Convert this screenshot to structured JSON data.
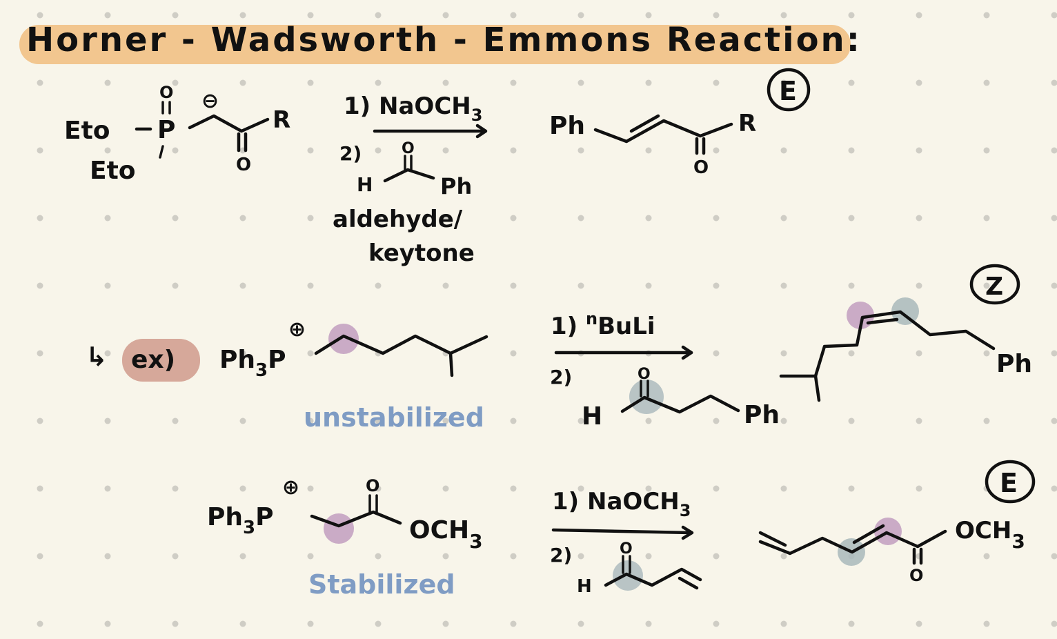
{
  "title": "Horner - Wadsworth - Emmons Reaction:",
  "colors": {
    "background": "#f8f5ea",
    "title_highlight": "#f2c68f",
    "ex_highlight": "#d6a89a",
    "purple_marker": "#c4a3c2",
    "gray_marker": "#a9b8bb",
    "label_blue": "#7f9cc4"
  },
  "row1": {
    "reagent_top_O": "O",
    "charge": "⊖",
    "p": "P",
    "eto_1": "Eto",
    "eto_2": "Eto",
    "carbonyl_O": "O",
    "r_group": "R",
    "step1": "1) NaOCH",
    "step1_sub": "3",
    "step2": "2)",
    "ald_O": "O",
    "ald_H": "H",
    "ald_Ph": "Ph",
    "note_line1": "aldehyde/",
    "note_line2": "keytone",
    "product_Ph": "Ph",
    "product_R": "R",
    "product_O": "O",
    "geometry": "E"
  },
  "row2": {
    "arrow_label": "↳",
    "ex_label": "ex)",
    "ph3p": "Ph",
    "ph3p_sub": "3",
    "ph3p_p": "P",
    "charge": "⊕",
    "stabilization": "unstabilized",
    "step1": "1) ",
    "step1_sup": "n",
    "step1_rest": "BuLi",
    "step2": "2)",
    "ald_O": "O",
    "ald_H": "H",
    "ald_Ph": "Ph",
    "product_Ph": "Ph",
    "geometry": "Z"
  },
  "row3": {
    "ph3p": "Ph",
    "ph3p_sub": "3",
    "ph3p_p": "P",
    "charge": "⊕",
    "ester_O": "O",
    "ester_OCH": "OCH",
    "ester_sub": "3",
    "stabilization": "Stabilized",
    "step1": "1) NaOCH",
    "step1_sub": "3",
    "step2": "2)",
    "ald_O": "O",
    "ald_H": "H",
    "product_OCH": "OCH",
    "product_sub": "3",
    "product_O": "O",
    "geometry": "E"
  }
}
